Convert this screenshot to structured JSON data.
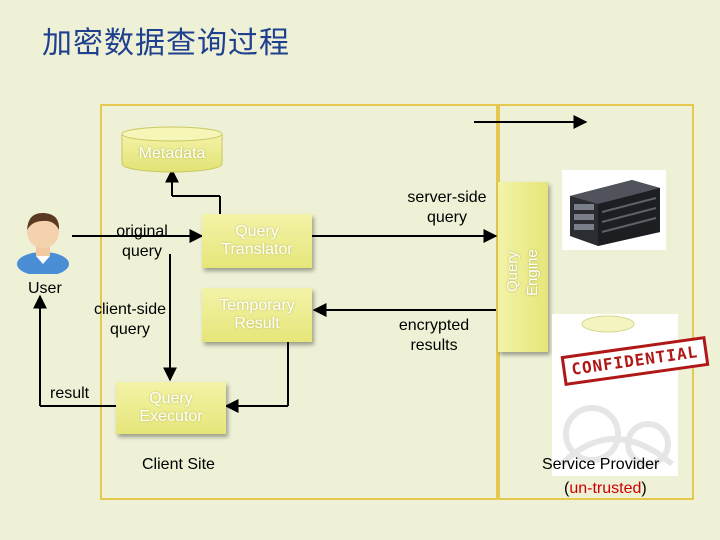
{
  "slide": {
    "title": "加密数据查询过程"
  },
  "nodes": {
    "metadata": "Metadata",
    "query_translator": "Query\nTranslator",
    "temporary_result": "Temporary\nResult",
    "query_executor": "Query\nExecutor",
    "query_engine_line1": "Query",
    "query_engine_line2": "Engine"
  },
  "labels": {
    "user": "User",
    "original_query": "original\nquery",
    "client_side_query": "client-side\nquery",
    "result": "result",
    "server_side_query": "server-side\nquery",
    "encrypted_results": "encrypted\nresults",
    "client_site": "Client Site",
    "service_provider": "Service Provider",
    "paren_open": "(",
    "untrusted": "un-trusted",
    "paren_close": ")",
    "confidential_stamp": "CONFIDENTIAL"
  },
  "colors": {
    "title": "#1f3f8f",
    "box": "#e6e67a",
    "untrusted": "#cc0000"
  }
}
